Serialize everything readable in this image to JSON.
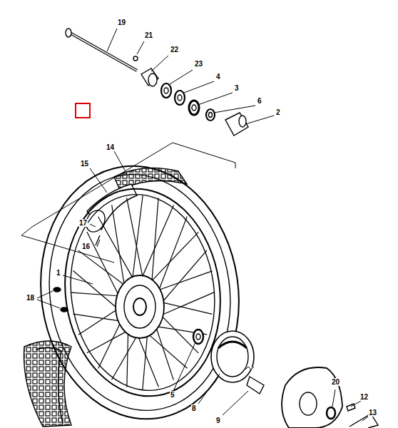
{
  "diagram": {
    "labels": [
      "19",
      "21",
      "22",
      "23",
      "4",
      "3",
      "6",
      "2",
      "14",
      "15",
      "17",
      "16",
      "1",
      "18",
      "5",
      "8",
      "9",
      "20",
      "12",
      "13"
    ]
  }
}
